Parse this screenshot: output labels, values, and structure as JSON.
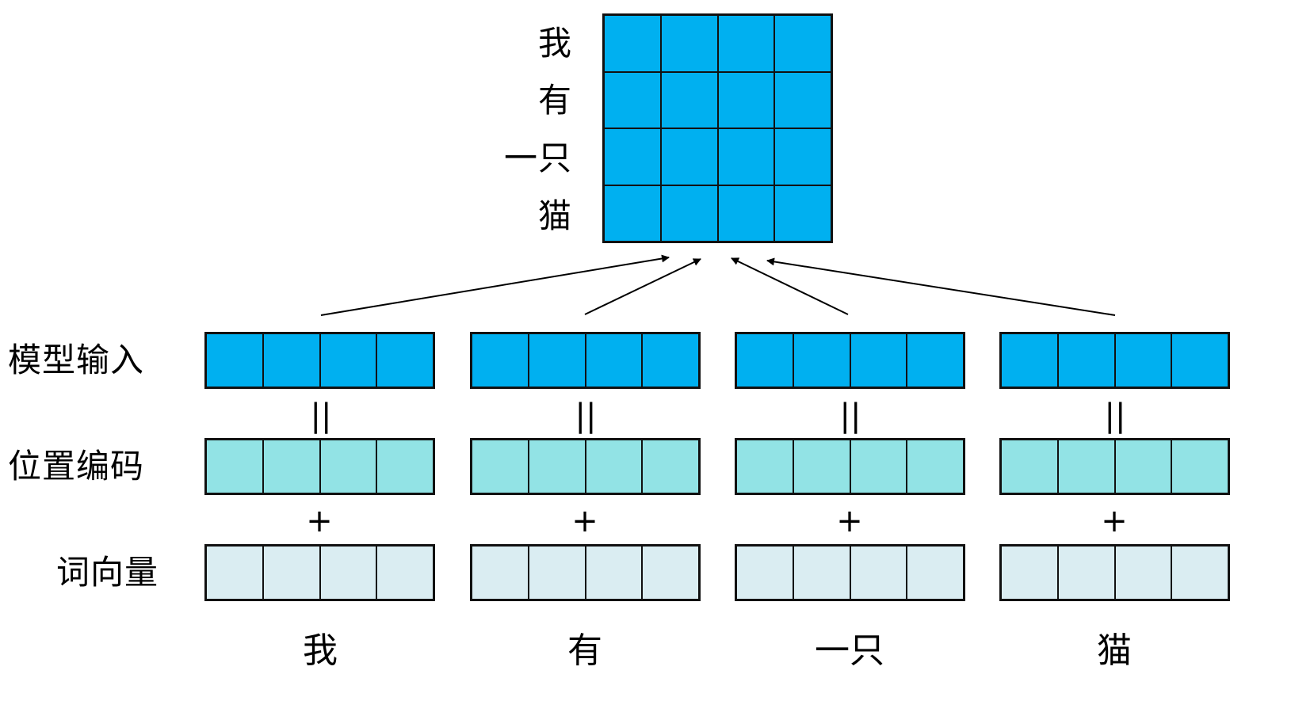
{
  "colors": {
    "model_input": "#00b0f0",
    "position_encoding": "#92e3e5",
    "word_vector": "#daedf2",
    "matrix": "#00b0f0",
    "border": "#111111"
  },
  "matrix": {
    "row_labels": [
      "我",
      "有",
      "一只",
      "猫"
    ],
    "rows": 4,
    "cols": 4
  },
  "row_labels": {
    "model_input": "模型输入",
    "position_encoding": "位置编码",
    "word_vector": "词向量"
  },
  "operators": {
    "equals": "||",
    "plus": "+"
  },
  "tokens": [
    "我",
    "有",
    "一只",
    "猫"
  ],
  "vector_dim": 4
}
